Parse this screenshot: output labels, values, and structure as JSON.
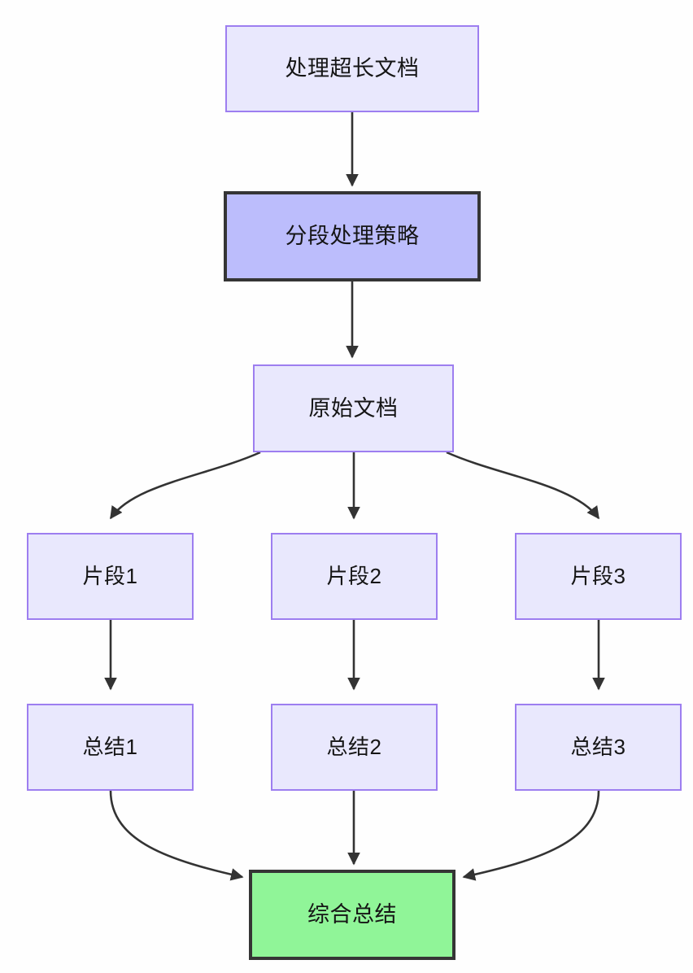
{
  "diagram": {
    "type": "flowchart",
    "direction": "top-down",
    "background": "#fefefe",
    "edge_color": "#333333",
    "styles": {
      "default_fill": "#e9e8fd",
      "default_stroke": "#9d7ef0",
      "highlight_fill": "#bcbdfc",
      "highlight_stroke": "#353535",
      "result_fill": "#90f598",
      "result_stroke": "#353535"
    },
    "nodes": {
      "start": {
        "label": "处理超长文档"
      },
      "strategy": {
        "label": "分段处理策略"
      },
      "source": {
        "label": "原始文档"
      },
      "chunk1": {
        "label": "片段1"
      },
      "chunk2": {
        "label": "片段2"
      },
      "chunk3": {
        "label": "片段3"
      },
      "summary1": {
        "label": "总结1"
      },
      "summary2": {
        "label": "总结2"
      },
      "summary3": {
        "label": "总结3"
      },
      "final": {
        "label": "综合总结"
      }
    },
    "edges": [
      {
        "from": "start",
        "to": "strategy"
      },
      {
        "from": "strategy",
        "to": "source"
      },
      {
        "from": "source",
        "to": "chunk1"
      },
      {
        "from": "source",
        "to": "chunk2"
      },
      {
        "from": "source",
        "to": "chunk3"
      },
      {
        "from": "chunk1",
        "to": "summary1"
      },
      {
        "from": "chunk2",
        "to": "summary2"
      },
      {
        "from": "chunk3",
        "to": "summary3"
      },
      {
        "from": "summary1",
        "to": "final"
      },
      {
        "from": "summary2",
        "to": "final"
      },
      {
        "from": "summary3",
        "to": "final"
      }
    ]
  }
}
